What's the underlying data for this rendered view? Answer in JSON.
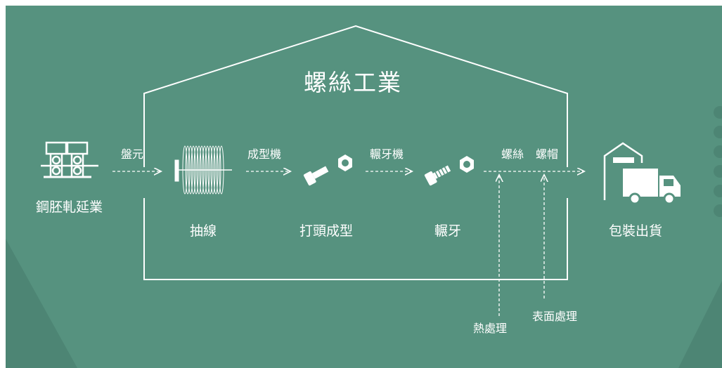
{
  "title": "螺絲工業",
  "colors": {
    "background": "#56927f",
    "outline": "#ffffff",
    "dark_shape": "#4d8574"
  },
  "stages": [
    {
      "name": "鋼胚軋延業",
      "icon": "rolling-mill-icon"
    },
    {
      "name": "抽線",
      "icon": "wire-coil-icon"
    },
    {
      "name": "打頭成型",
      "icon": "bolt-nut-icon"
    },
    {
      "name": "輾牙",
      "icon": "bolt-nut-icon"
    },
    {
      "name": "包裝出貨",
      "icon": "delivery-truck-icon"
    }
  ],
  "arrows": [
    "盤元",
    "成型機",
    "輾牙機",
    "螺絲",
    "螺帽"
  ],
  "inputs": [
    "熱處理",
    "表面處理"
  ]
}
